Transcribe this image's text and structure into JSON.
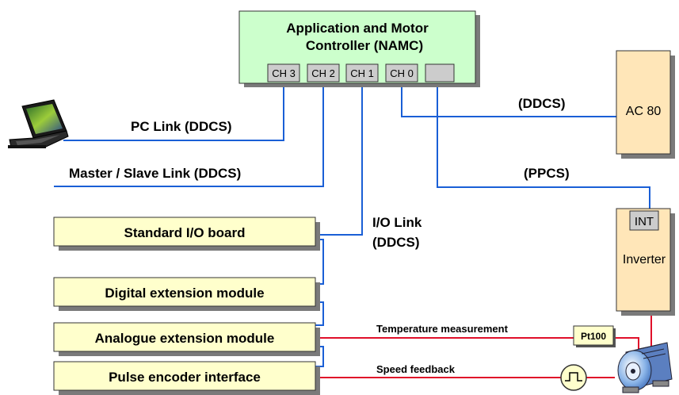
{
  "controller": {
    "title_line1": "Application and Motor",
    "title_line2": "Controller (NAMC)",
    "channels": [
      "CH 3",
      "CH 2",
      "CH 1",
      "CH 0",
      ""
    ]
  },
  "links": {
    "pc": "PC Link (DDCS)",
    "master_slave": "Master / Slave Link (DDCS)",
    "io_line1": "I/O Link",
    "io_line2": "(DDCS)",
    "ac80_link": "(DDCS)",
    "inverter_link": "(PPCS)"
  },
  "ac80": {
    "label": "AC 80"
  },
  "inverter": {
    "int_label": "INT",
    "label": "Inverter"
  },
  "modules": [
    "Standard I/O board",
    "Digital extension module",
    "Analogue extension module",
    "Pulse encoder interface"
  ],
  "measurements": {
    "temperature": "Temperature measurement",
    "speed": "Speed feedback",
    "sensor": "Pt100"
  },
  "icons": {
    "laptop": "laptop-icon",
    "motor": "motor-icon",
    "encoder": "pulse-encoder-icon"
  },
  "colors": {
    "controller_fill": "#ccffcc",
    "device_fill": "#ffe6b8",
    "module_fill": "#ffffcc",
    "channel_fill": "#cccccc",
    "optical_link": "#1a5fd6",
    "electrical_link": "#e0102a"
  }
}
